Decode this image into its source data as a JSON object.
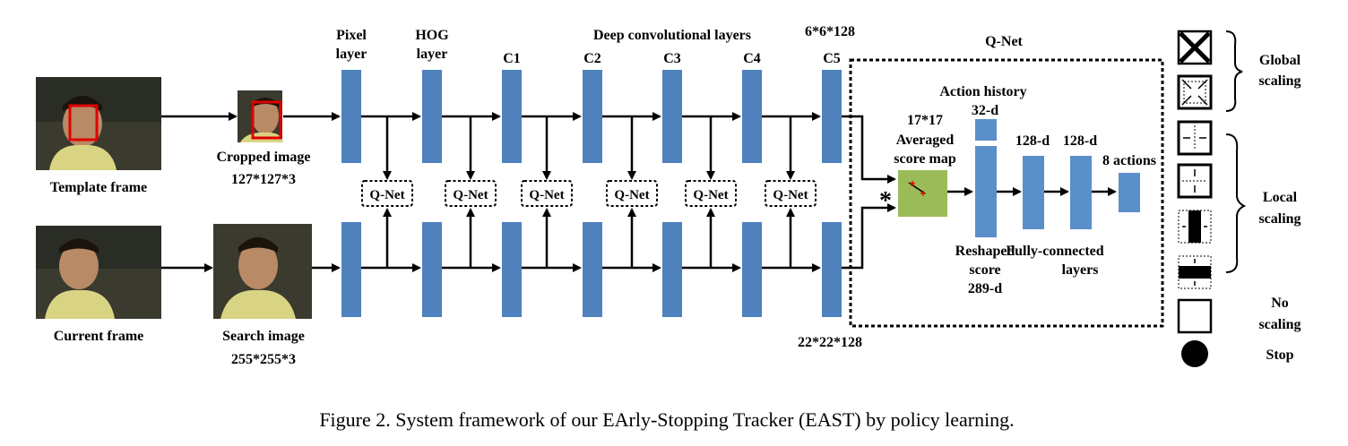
{
  "figure": {
    "caption": "Figure 2. System framework of our EArly-Stopping Tracker (EAST) by policy learning."
  },
  "inputs": {
    "template_label": "Template frame",
    "current_label": "Current frame",
    "cropped_label": "Cropped image",
    "cropped_size": "127*127*3",
    "search_label": "Search image",
    "search_size": "255*255*3"
  },
  "layers": {
    "pixel_line1": "Pixel",
    "pixel_line2": "layer",
    "hog_line1": "HOG",
    "hog_line2": "layer",
    "deep_title": "Deep convolutional layers",
    "c1": "C1",
    "c2": "C2",
    "c3": "C3",
    "c4": "C4",
    "c5": "C5",
    "c5_top_size": "6*6*128",
    "c5_bottom_size": "22*22*128"
  },
  "qnet_small_label": "Q-Net",
  "qnet": {
    "title": "Q-Net",
    "score_size": "17*17",
    "score_line1": "Averaged",
    "score_line2": "score map",
    "conv_symbol": "*",
    "action_history_line1": "Action history",
    "action_history_line2": "32-d",
    "reshaped_line1": "Reshaped",
    "reshaped_line2": "score",
    "reshaped_line3": "289-d",
    "fc1": "128-d",
    "fc2": "128-d",
    "out": "8 actions",
    "fc_line1": "Fully-connected",
    "fc_line2": "layers"
  },
  "legend": {
    "global_line1": "Global",
    "global_line2": "scaling",
    "local_line1": "Local",
    "local_line2": "scaling",
    "no_line1": "No",
    "no_line2": "scaling",
    "stop": "Stop"
  },
  "colors": {
    "layer_blue": "#4f81bd",
    "score_map_green": "#9bbb59",
    "bbox_red": "#e00000"
  }
}
